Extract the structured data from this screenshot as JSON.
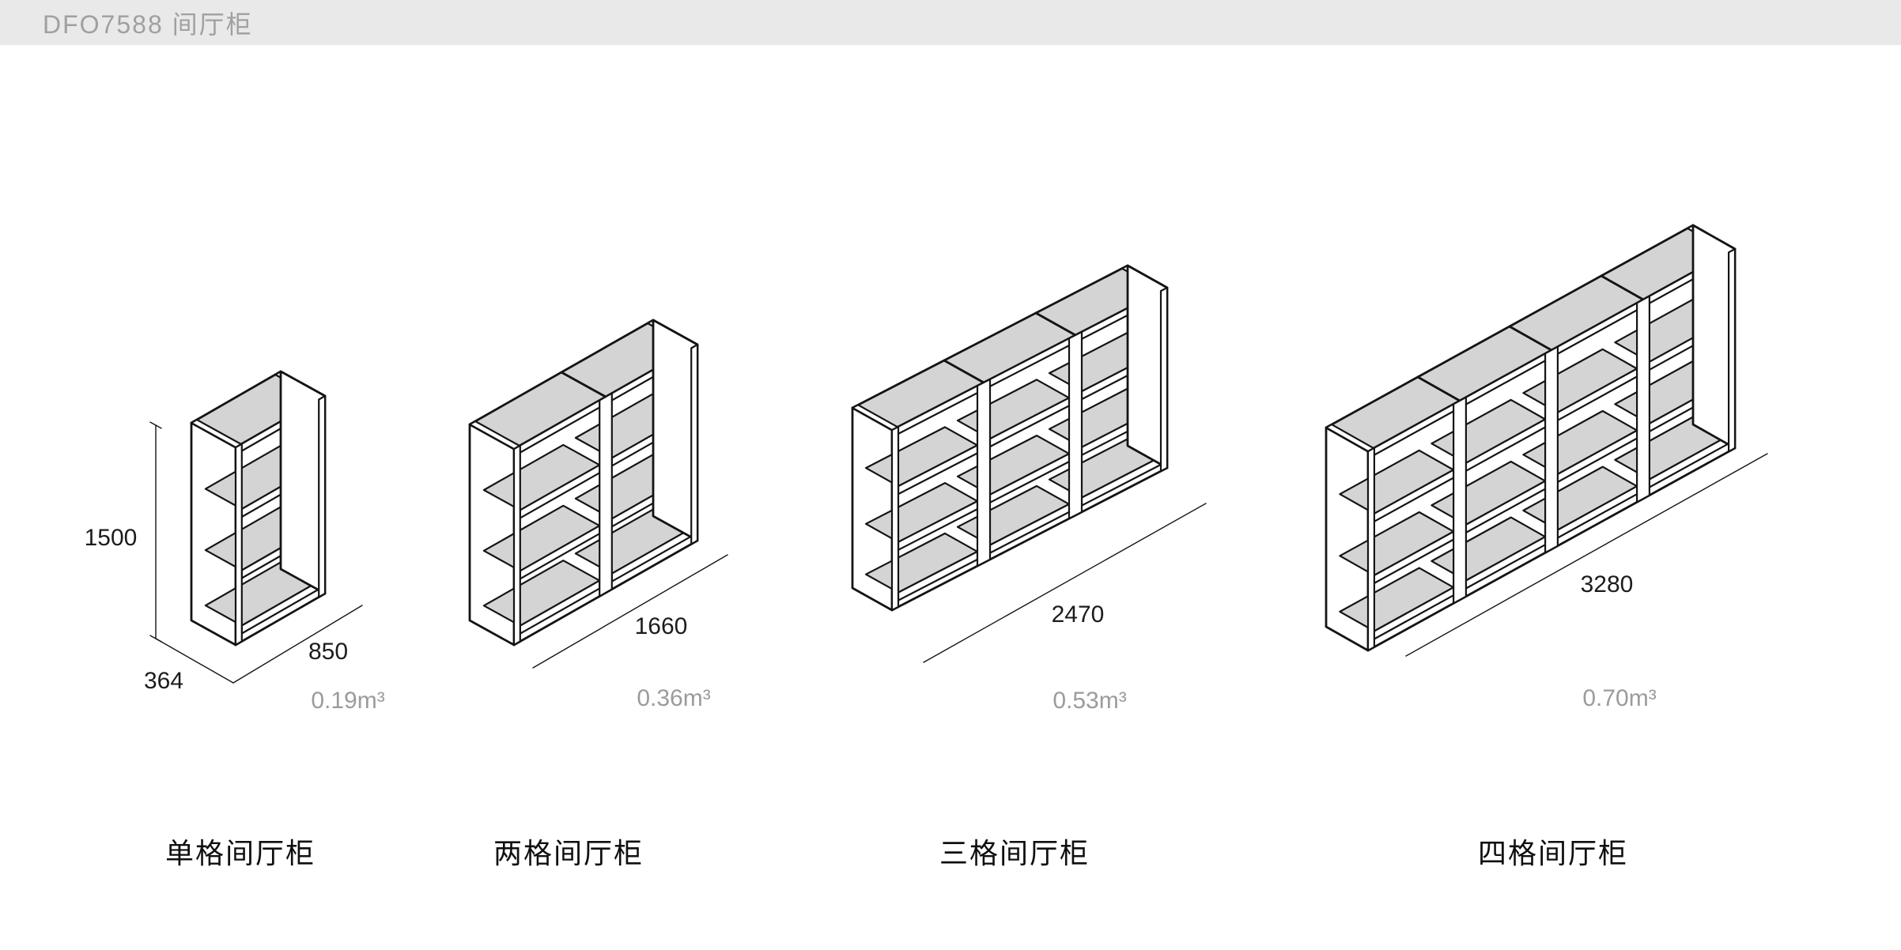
{
  "header": {
    "title": "DFO7588 间厅柜"
  },
  "colors": {
    "header_bg": "#e9e9e9",
    "header_text": "#a0a0a0",
    "line": "#141414",
    "surface": "#d4d4d4",
    "panel_white": "#ffffff",
    "dim_text": "#1c1c1c",
    "volume_text": "#9b9b9b",
    "label_text": "#0f0f0f",
    "canvas_bg": "#ffffff"
  },
  "cabinets": [
    {
      "name": "单格间厅柜",
      "columns": 1,
      "height_mm": "1500",
      "depth_mm": "364",
      "width_mm": "850",
      "volume": "0.19m³"
    },
    {
      "name": "两格间厅柜",
      "columns": 2,
      "width_mm": "1660",
      "volume": "0.36m³"
    },
    {
      "name": "三格间厅柜",
      "columns": 3,
      "width_mm": "2470",
      "volume": "0.53m³"
    },
    {
      "name": "四格间厅柜",
      "columns": 4,
      "width_mm": "3280",
      "volume": "0.70m³"
    }
  ]
}
